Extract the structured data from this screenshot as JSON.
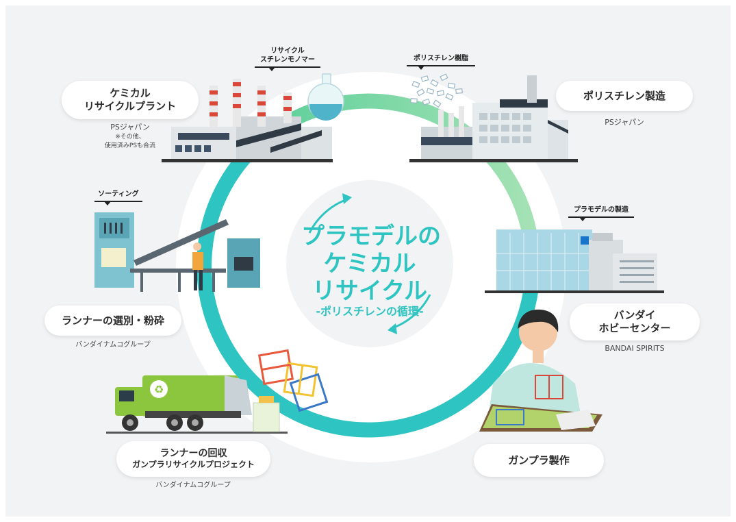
{
  "center": {
    "title_line1": "プラモデルの",
    "title_line2": "ケミカル",
    "title_line3": "リサイクル",
    "subtitle": "-ポリスチレンの循環-"
  },
  "stations": {
    "chemical_plant": {
      "line1": "ケミカル",
      "line2": "リサイクルプラント",
      "company": "PSジャパン",
      "note1": "※その他、",
      "note2": "使用済みPSも合流"
    },
    "polystyrene": {
      "title": "ポリスチレン製造",
      "company": "PSジャパン"
    },
    "bandai": {
      "line1": "バンダイ",
      "line2": "ホビーセンター",
      "company": "BANDAI SPIRITS"
    },
    "gunpla": {
      "title": "ガンプラ製作"
    },
    "collection": {
      "line1": "ランナーの回収",
      "line2": "ガンプラリサイクルプロジェクト",
      "company": "バンダイナムコグループ"
    },
    "sorting": {
      "title": "ランナーの選別・粉砕",
      "company": "バンダイナムコグループ"
    }
  },
  "tags": {
    "monomer_line1": "リサイクル",
    "monomer_line2": "スチレンモノマー",
    "resin": "ポリスチレン樹脂",
    "model_making": "プラモデルの製造",
    "sorting": "ソーティング"
  },
  "colors": {
    "teal": "#2ec4c1",
    "green": "#8fd9a8",
    "truck_green": "#8cc63f",
    "background": "#f2f3f4"
  }
}
